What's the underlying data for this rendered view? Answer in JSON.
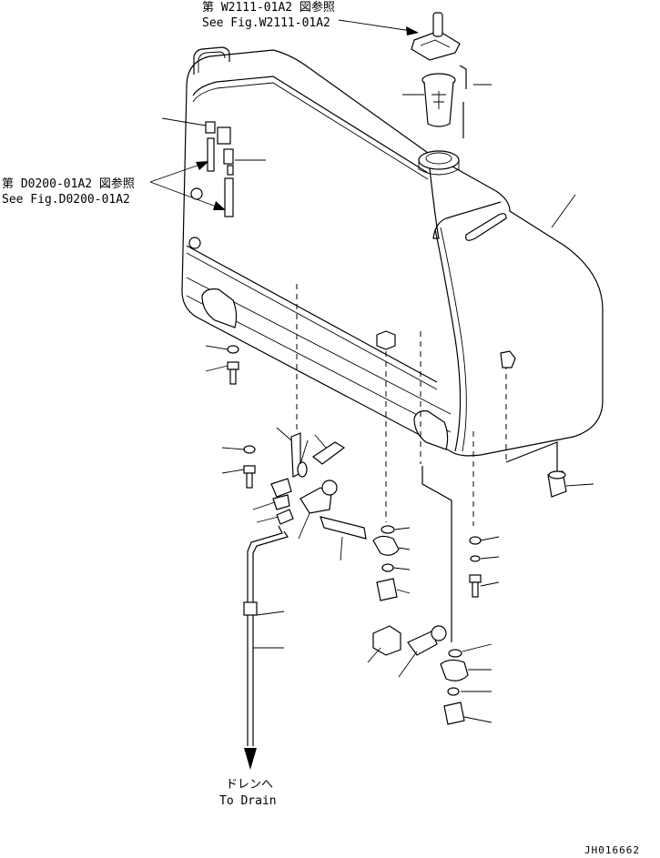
{
  "references": {
    "top": {
      "jp": "第 W2111-01A2 図参照",
      "en": "See Fig.W2111-01A2"
    },
    "left": {
      "jp": "第 D0200-01A2 図参照",
      "en": "See Fig.D0200-01A2"
    }
  },
  "drain": {
    "jp": "ドレンへ",
    "en": "To Drain"
  },
  "drawing_code": "JH016662"
}
